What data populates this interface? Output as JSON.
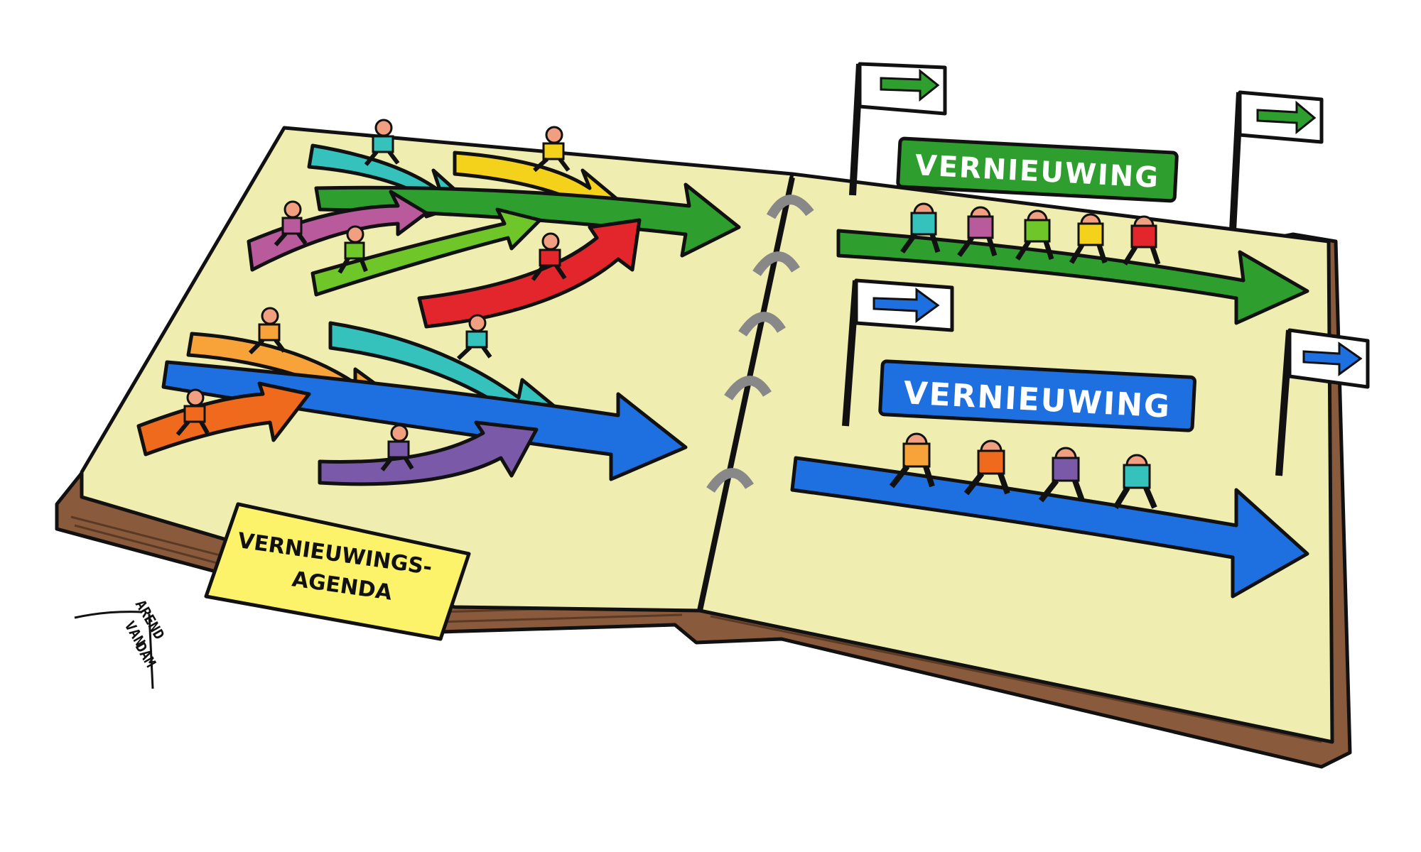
{
  "banners": {
    "top": "VERNIEUWING",
    "bottom": "VERNIEUWING"
  },
  "tab": {
    "line1": "VERNIEUWINGS-",
    "line2": "AGENDA"
  },
  "signature": {
    "line1": "AREND",
    "line2": "VAN",
    "line3": "DAM"
  },
  "colors": {
    "page": "#efedb0",
    "cover": "#8a5a3c",
    "tab": "#fdf36b",
    "green": "#2e9e2e",
    "blue": "#1e6fe0",
    "red": "#e3262b",
    "orange": "#f7a33a",
    "teal": "#35c2bd",
    "purple": "#7a5aa8",
    "lime": "#6ec628",
    "yellow": "#f4d21c",
    "pink": "#b85a9b",
    "darkorange": "#f06a1e"
  }
}
